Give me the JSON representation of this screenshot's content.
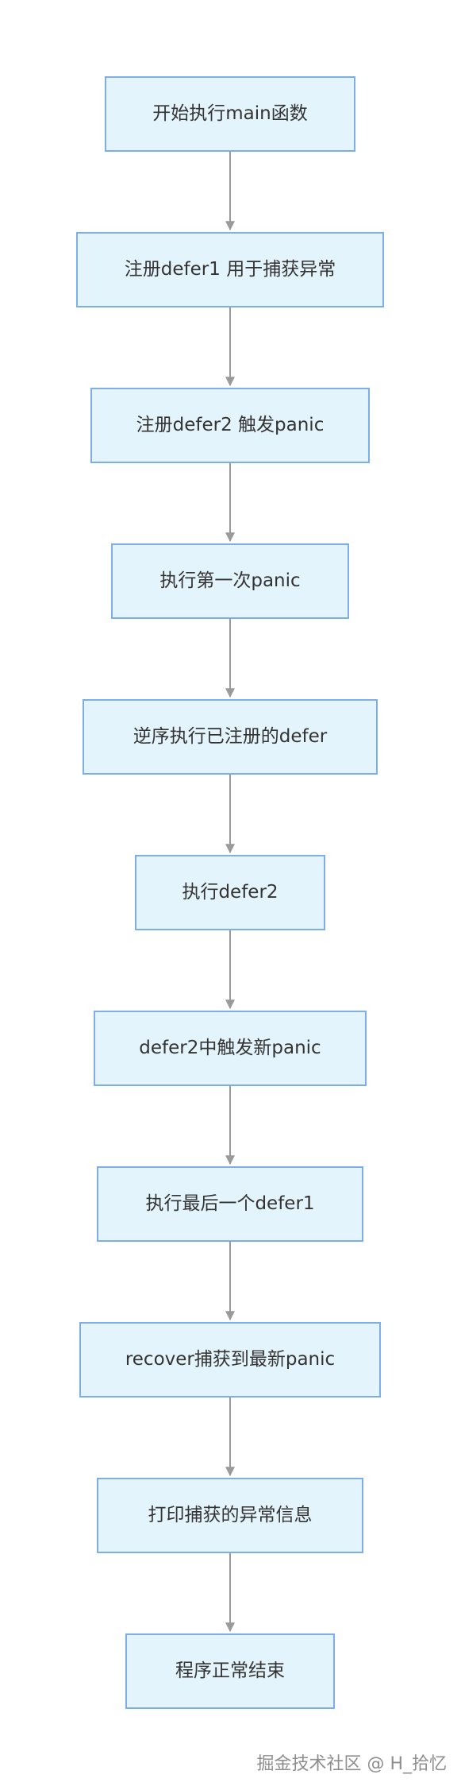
{
  "nodes": [
    {
      "label": "开始执行main函数"
    },
    {
      "label": "注册defer1 用于捕获异常"
    },
    {
      "label": "注册defer2 触发panic"
    },
    {
      "label": "执行第一次panic"
    },
    {
      "label": "逆序执行已注册的defer"
    },
    {
      "label": "执行defer2"
    },
    {
      "label": "defer2中触发新panic"
    },
    {
      "label": "执行最后一个defer1"
    },
    {
      "label": "recover捕获到最新panic"
    },
    {
      "label": "打印捕获的异常信息"
    },
    {
      "label": "程序正常结束"
    }
  ],
  "watermark": "掘金技术社区 @ H_拾忆",
  "colors": {
    "node_fill": "#e4f4fc",
    "node_border": "#7eaee8",
    "edge": "#9a9a9a",
    "text": "#333333"
  }
}
